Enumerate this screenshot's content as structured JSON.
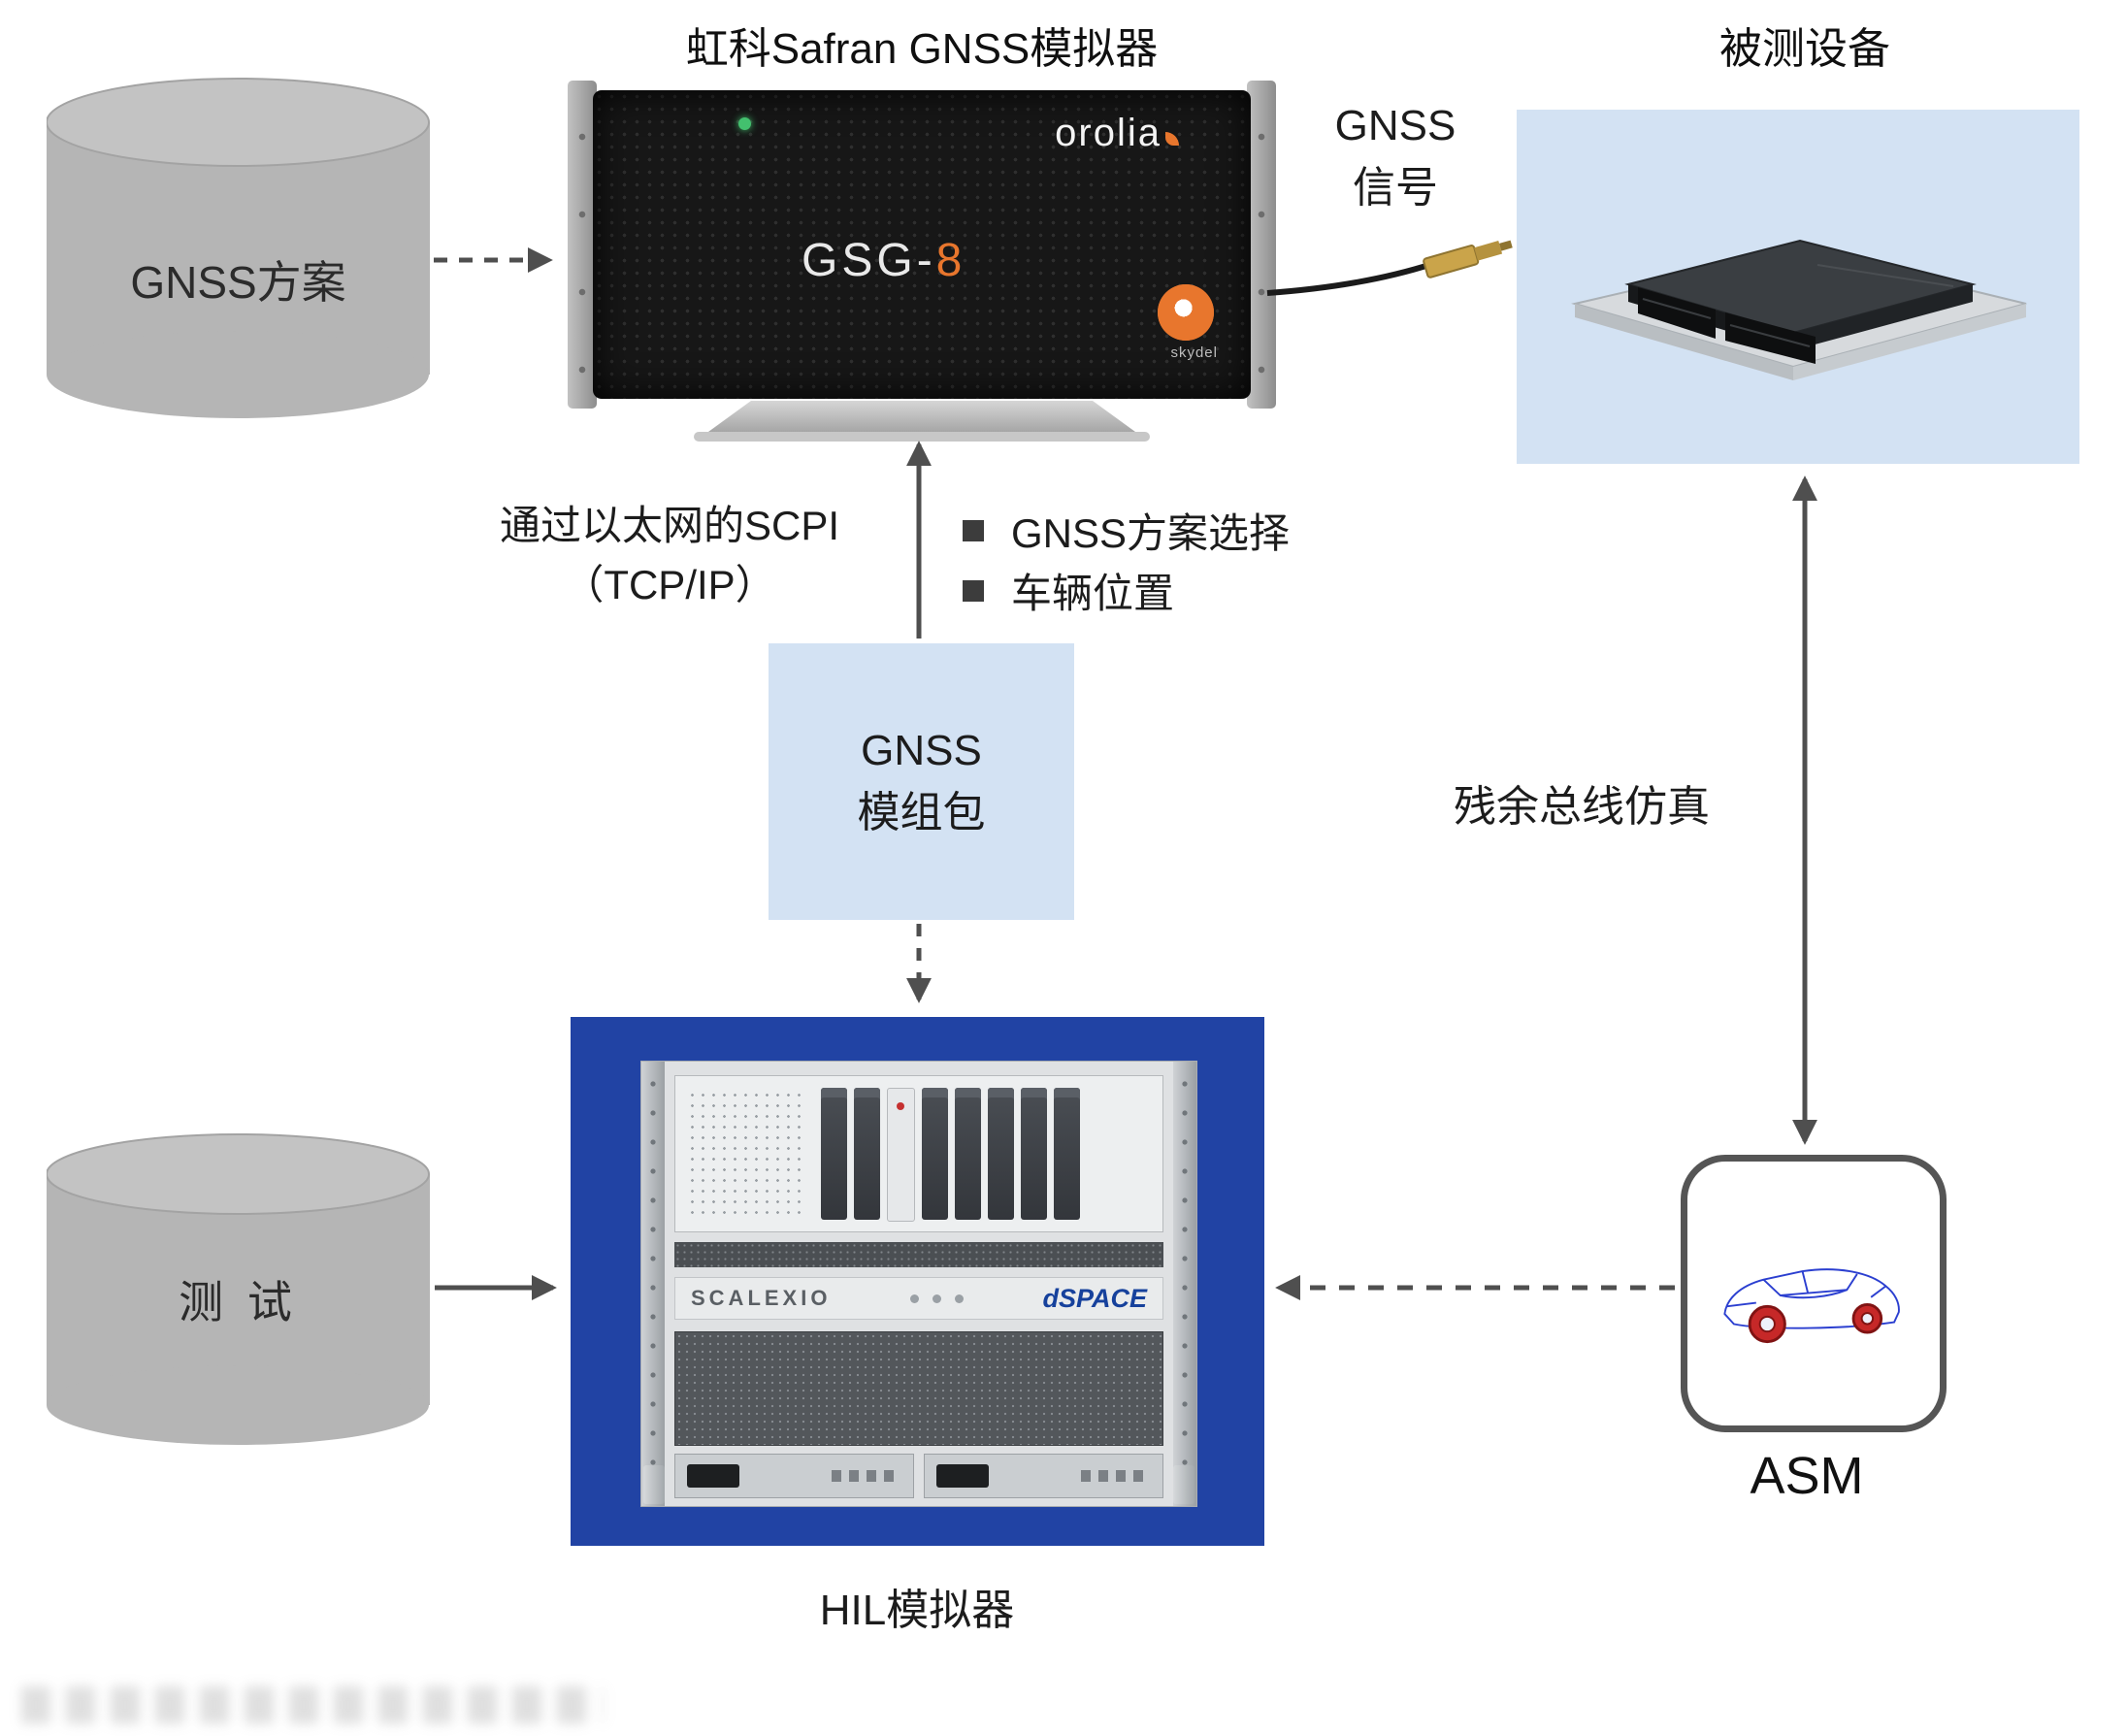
{
  "diagram": {
    "simulator_title": "虹科Safran GNSS模拟器",
    "dut_title": "被测设备",
    "gnss_plan_label": "GNSS方案",
    "gnss_signal_line1": "GNSS",
    "gnss_signal_line2": "信号",
    "scpi_line1": "通过以太网的SCPI",
    "scpi_line2": "（TCP/IP）",
    "bullets": [
      {
        "label": "GNSS方案选择"
      },
      {
        "label": "车辆位置"
      }
    ],
    "module_line1": "GNSS",
    "module_line2": "模组包",
    "residual_bus_label": "残余总线仿真",
    "test_label": "测  试",
    "hil_label": "HIL模拟器",
    "asm_label": "ASM"
  },
  "devices": {
    "gnss_simulator": {
      "brand": "orolia",
      "model_prefix": "GSG-",
      "model_digit": "8",
      "logo_text": "skydel"
    },
    "hil": {
      "left_brand": "SCALEXIO",
      "right_brand": "dSPACE"
    }
  },
  "colors": {
    "box_light_blue": "#d3e2f3",
    "hil_blue": "#2143a4",
    "cylinder_gray": "#b5b5b5",
    "arrow_gray": "#4f4f4f",
    "accent_orange": "#e8762d",
    "car_blue": "#2b3fd0",
    "wheel_red": "#c62828"
  }
}
